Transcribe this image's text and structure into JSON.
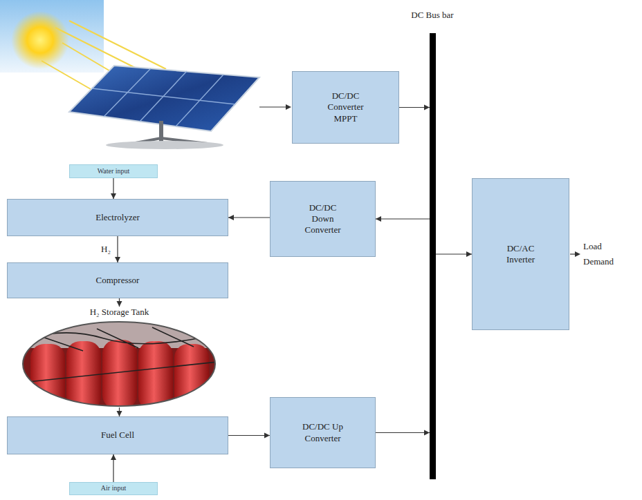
{
  "diagram": {
    "nodes": [
      {
        "text": [
          "DC Bus bar"
        ]
      },
      {
        "text": [
          "DC/DC Converter MPPT"
        ]
      },
      {
        "text": [
          "Water input"
        ]
      },
      {
        "text": [
          "Electrolyzer"
        ]
      },
      {
        "text": [
          "DC/DC Down Converter"
        ]
      },
      {
        "text": [
          "Compressor"
        ]
      },
      {
        "text": [
          "H₂ Storage Tank"
        ]
      },
      {
        "text": [
          "Fuel Cell"
        ]
      },
      {
        "text": [
          "DC/DC Up Converter"
        ]
      },
      {
        "text": [
          "Air input"
        ]
      },
      {
        "text": [
          "DC/AC Inverter"
        ]
      }
    ],
    "edges": [
      {
        "from": 1,
        "to": 0,
        "arrow": "to"
      },
      {
        "from": 0,
        "to": 4,
        "arrow": "to"
      },
      {
        "from": 4,
        "to": 3,
        "arrow": "to"
      },
      {
        "from": 2,
        "to": 3,
        "arrow": "to"
      },
      {
        "from": 3,
        "to": 5,
        "label": "H₂",
        "arrow": "to"
      },
      {
        "from": 5,
        "to": 6,
        "arrow": "to"
      },
      {
        "from": 6,
        "to": 7,
        "arrow": "to"
      },
      {
        "from": 9,
        "to": 7,
        "arrow": "to"
      },
      {
        "from": 7,
        "to": 8,
        "arrow": "to"
      },
      {
        "from": 8,
        "to": 0,
        "arrow": "to"
      },
      {
        "from": 0,
        "to": 10,
        "arrow": "to"
      }
    ],
    "labels": [
      "Load Demand"
    ]
  }
}
